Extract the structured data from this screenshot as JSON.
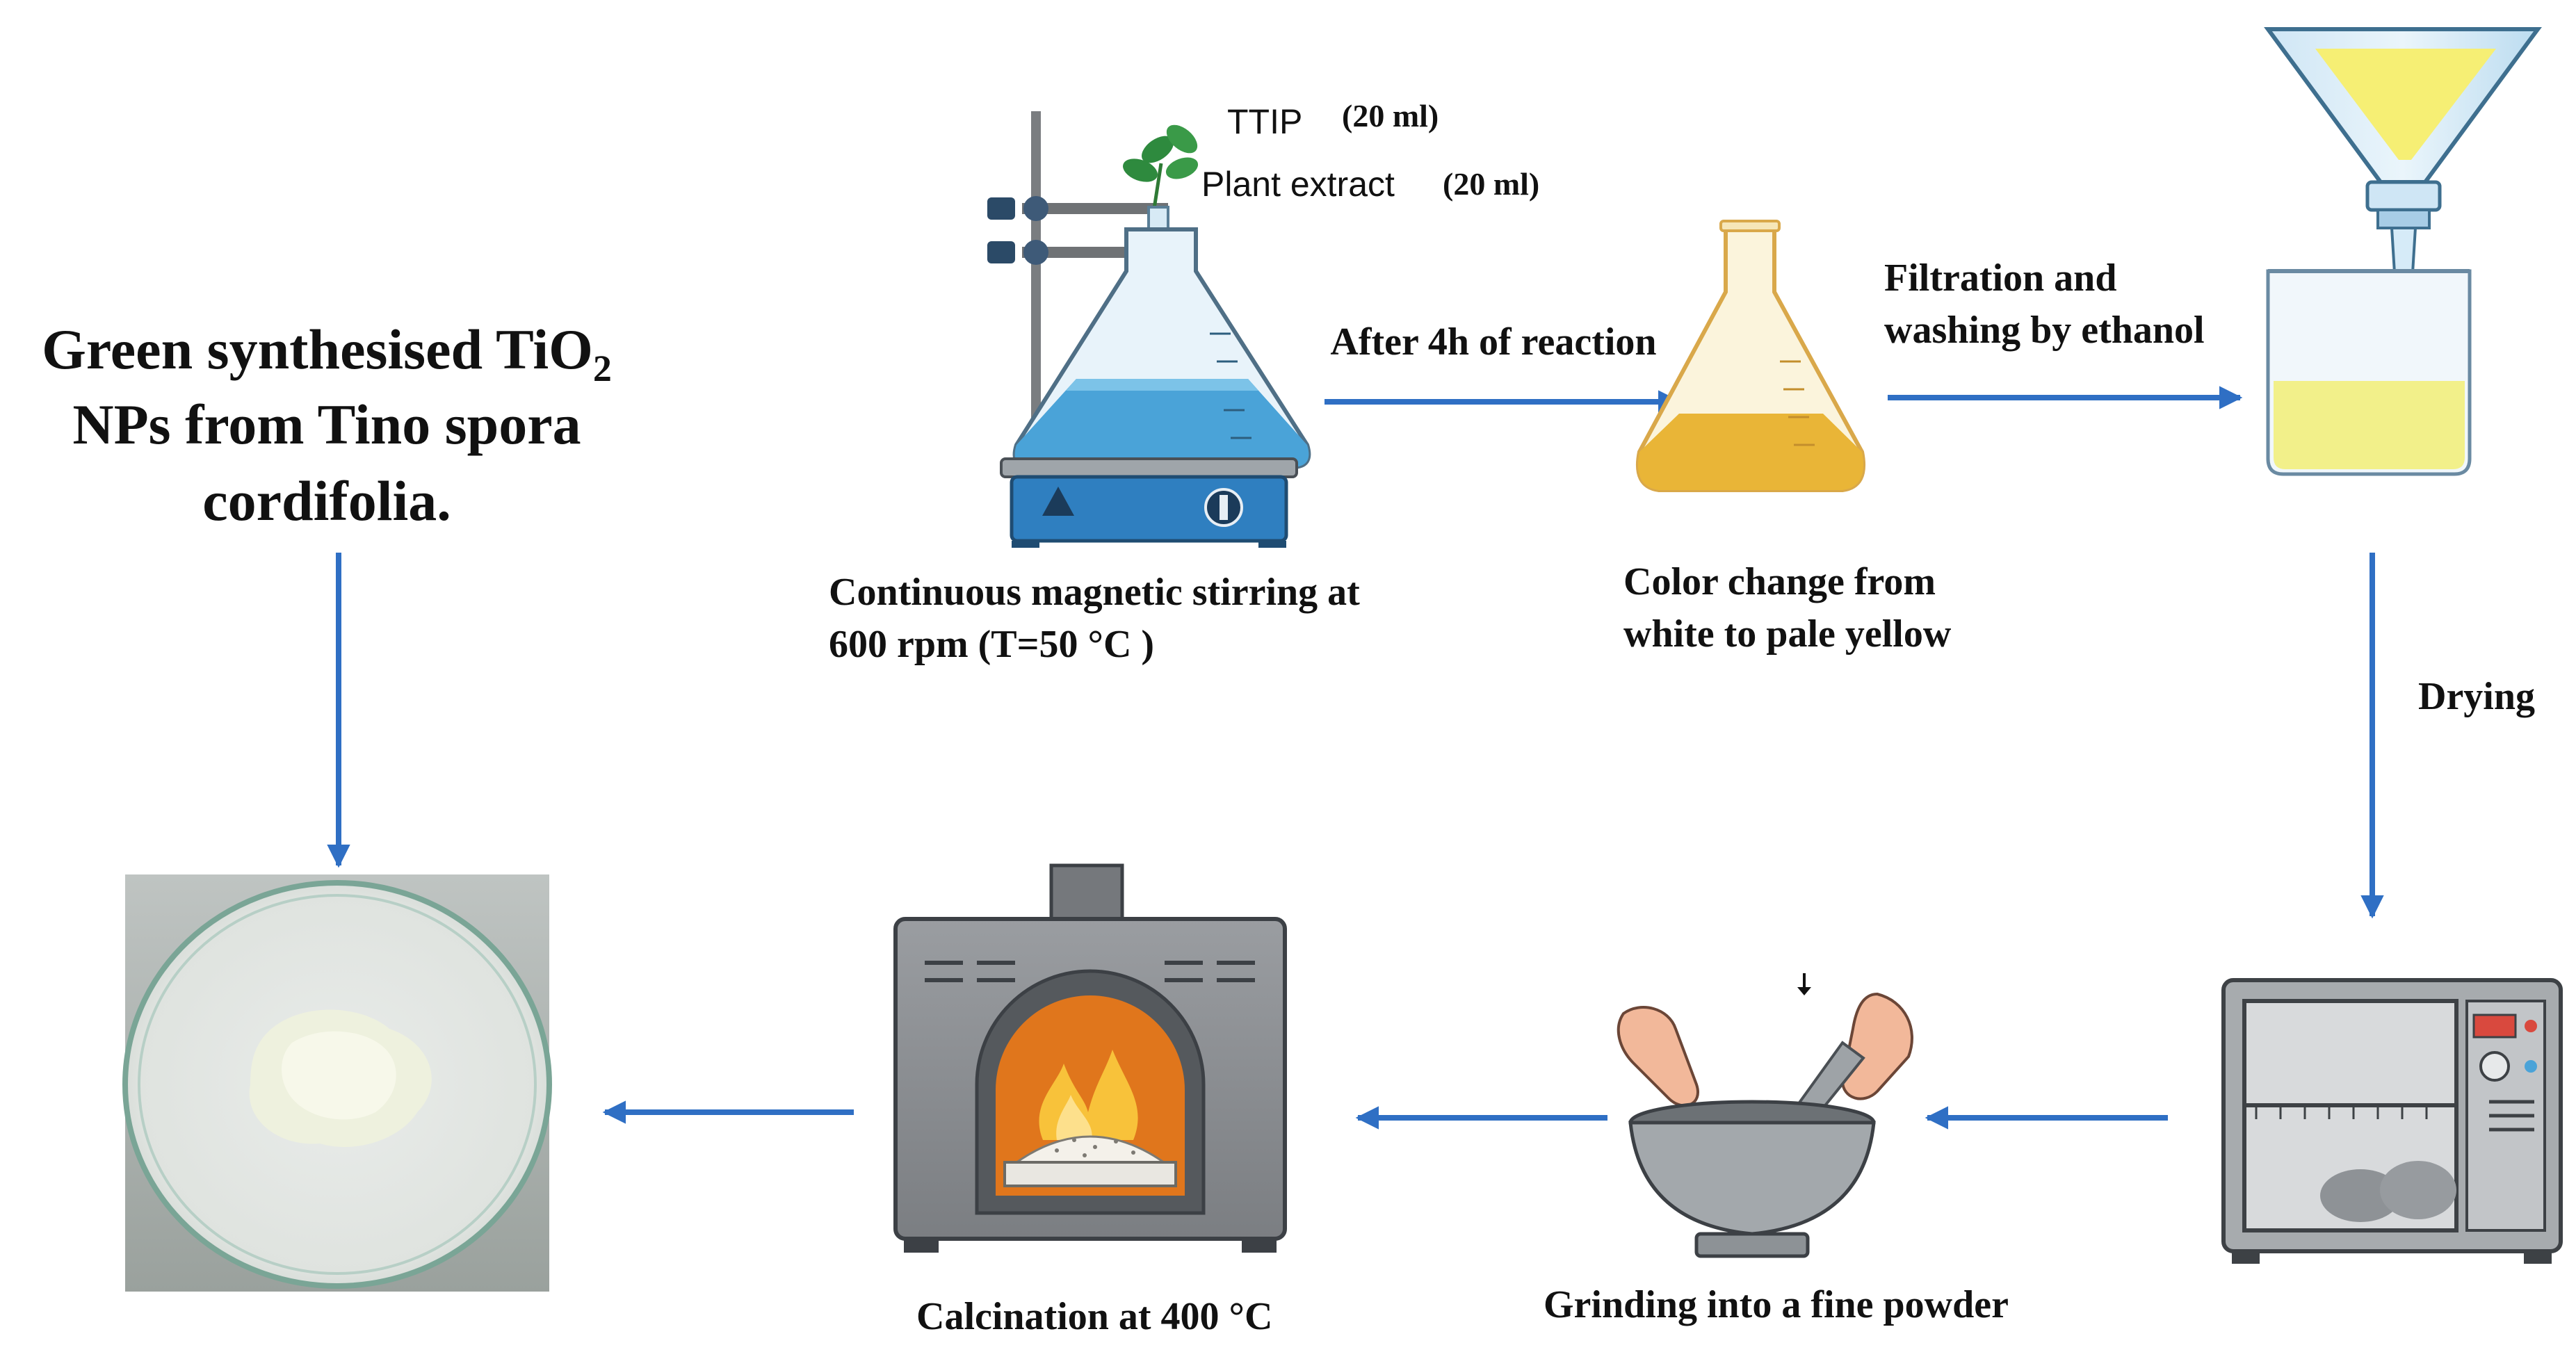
{
  "title": {
    "line1": "Green synthesised TiO",
    "subscript": "2",
    "line2": "NPs from Tino spora",
    "line3": "cordifolia."
  },
  "reagents": {
    "ttip_label": "TTIP",
    "ttip_volume": "(20 ml)",
    "extract_label": "Plant extract",
    "extract_volume": "(20 ml)"
  },
  "steps": {
    "stirring": {
      "line1": "Continuous magnetic stirring at",
      "line2": "600 rpm (T=50 °C )"
    },
    "reaction": "After 4h of reaction",
    "color_change": {
      "line1": "Color change from",
      "line2": "white to pale yellow"
    },
    "filtration": {
      "line1": "Filtration and",
      "line2": "washing by ethanol"
    },
    "drying": "Drying",
    "grinding": "Grinding into a fine powder",
    "calcination": "Calcination at 400 °C"
  },
  "colors": {
    "arrow": "#2f6fc4",
    "blue_solution": "#4aa3d8",
    "yellow_solution": "#e9b537",
    "pale_yellow": "#f2f08a",
    "stirrer_blue": "#2f7fc0",
    "oven_gray": "#8a8d91",
    "fire_orange": "#e0761c"
  }
}
